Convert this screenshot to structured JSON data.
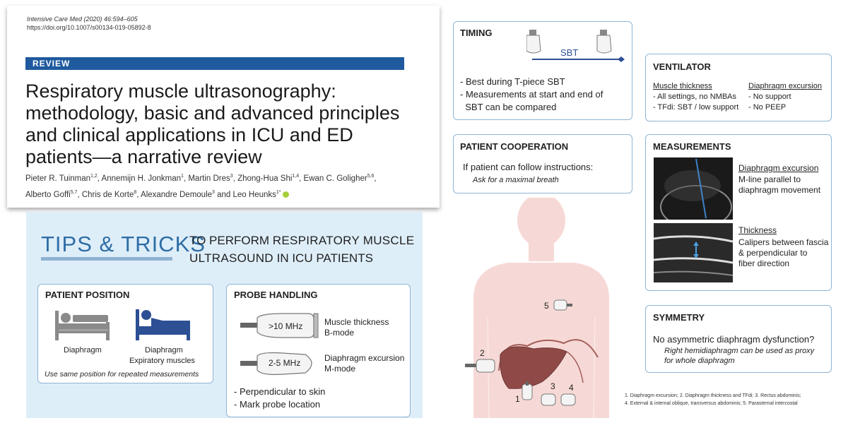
{
  "paper": {
    "journal": "Intensive Care Med (2020) 46:594–605",
    "doi": "https://doi.org/10.1007/s00134-019-05892-8",
    "section": "REVIEW",
    "title_lines": [
      "Respiratory muscle ultrasonography:",
      "methodology, basic and advanced principles",
      "and clinical applications in ICU and ED",
      "patients—a narrative review"
    ],
    "authors_line1": "Pieter R. Tuinman",
    "authors_line1_sup": "1,2",
    "authors_a2": ", Annemijn H. Jonkman",
    "authors_a2_sup": "1",
    "authors_a3": ", Martin Dres",
    "authors_a3_sup": "3",
    "authors_a4": ", Zhong-Hua Shi",
    "authors_a4_sup": "1,4",
    "authors_a5": ", Ewan C. Goligher",
    "authors_a5_sup": "5,6",
    "authors_a6": ",",
    "authors_b1": "Alberto Goffi",
    "authors_b1_sup": "5,7",
    "authors_b2": ", Chris de Korte",
    "authors_b2_sup": "8",
    "authors_b3": ", Alexandre Demoule",
    "authors_b3_sup": "3",
    "authors_b4": " and Leo Heunks",
    "authors_b4_sup": "1*"
  },
  "tips": {
    "title": "TIPS & TRICKS",
    "subtitle_a": "TO PERFORM ",
    "subtitle_b": "RESPIRATORY MUSCLE",
    "subtitle_c": "ULTRASOUND",
    "subtitle_d": " IN ICU PATIENTS",
    "patient_position": {
      "heading": "PATIENT POSITION",
      "left_label": "Diaphragm",
      "right_label_1": "Diaphragm",
      "right_label_2": "Expiratory muscles",
      "note": "Use same position for repeated measurements"
    },
    "probe_handling": {
      "heading": "PROBE HANDLING",
      "probe1_freq": ">10 MHz",
      "probe1_label_1": "Muscle thickness",
      "probe1_label_2": "B-mode",
      "probe2_freq": "2-5 MHz",
      "probe2_label_1": "Diaphragm excursion",
      "probe2_label_2": "M-mode",
      "tip1": "- Perpendicular to skin",
      "tip2": "- Mark probe location"
    }
  },
  "timing": {
    "heading": "TIMING",
    "sbt_label": "SBT",
    "line1": "- Best during T-piece SBT",
    "line2": "- Measurements at start and end of",
    "line3": "  SBT can be compared"
  },
  "ventilator": {
    "heading": "VENTILATOR",
    "col1_head": "Muscle thickness",
    "col1_l1": "- All settings, no NMBAs",
    "col1_l2": "- TFdi: SBT / low support",
    "col2_head": "Diaphragm excursion",
    "col2_l1": "- No support",
    "col2_l2": "- No PEEP"
  },
  "cooperation": {
    "heading": "PATIENT COOPERATION",
    "line1": "If patient can follow instructions:",
    "line2": "Ask for a maximal breath"
  },
  "measurements": {
    "heading": "MEASUREMENTS",
    "excursion_head": "Diaphragm excursion",
    "excursion_l1": "M-line parallel to",
    "excursion_l2": "diaphragm movement",
    "thickness_head": "Thickness",
    "thickness_l1": "Calipers between fascia",
    "thickness_l2": "& perpendicular to",
    "thickness_l3": "fiber direction"
  },
  "symmetry": {
    "heading": "SYMMETRY",
    "line1": "No asymmetric diaphragm dysfunction?",
    "line2": "Right hemidiaphragm can be used as proxy",
    "line3": "for whole diaphragm"
  },
  "body_labels": {
    "n1": "1",
    "n2": "2",
    "n3": "3",
    "n4": "4",
    "n5": "5"
  },
  "footnote": {
    "line1": "1. Diaphragm excursion; 2. Diaphragm thickness and TFdi; 3. Rectus abdominis;",
    "line2": "4. External & internal oblique, transversus abdominis; 5. Parasternal intercostal"
  },
  "colors": {
    "accent_blue": "#1f5a9e",
    "panel_bg": "#deeef9",
    "box_border": "#8fb5d6",
    "bed_grey": "#8a8a8a",
    "bed_blue": "#2d4f94",
    "skin": "#f6d9d6",
    "liver": "#8f4a48"
  }
}
